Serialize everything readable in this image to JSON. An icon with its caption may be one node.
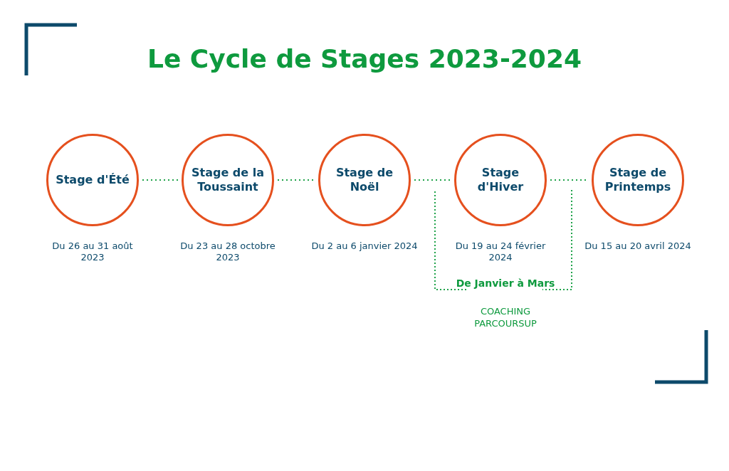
{
  "diagram": {
    "title": "Le Cycle de Stages 2023-2024",
    "nodes": [
      {
        "text": [
          "Stage d'Été"
        ],
        "beside": [
          "Du 26 au 31 août 2023"
        ]
      },
      {
        "text": [
          "Stage de la Toussaint"
        ],
        "beside": [
          "Du 23 au 28 octobre 2023"
        ]
      },
      {
        "text": [
          "Stage de Noël"
        ],
        "beside": [
          "Du 2 au 6 janvier 2024"
        ]
      },
      {
        "text": [
          "Stage d'Hiver"
        ],
        "beside": [
          "Du 19 au 24 février 2024"
        ]
      },
      {
        "text": [
          "Stage de Printemps"
        ],
        "beside": [
          "Du 15 au 20 avril 2024"
        ]
      }
    ],
    "edges": [
      {
        "from": 0,
        "to": 1,
        "arrow": "none",
        "style": "dashed"
      },
      {
        "from": 1,
        "to": 2,
        "arrow": "none",
        "style": "dashed"
      },
      {
        "from": 2,
        "to": 3,
        "arrow": "none",
        "style": "dashed"
      },
      {
        "from": 3,
        "to": 4,
        "arrow": "none",
        "style": "dashed"
      }
    ],
    "labels": [
      "De Janvier à Mars",
      "COACHING PARCOURSUP"
    ]
  }
}
